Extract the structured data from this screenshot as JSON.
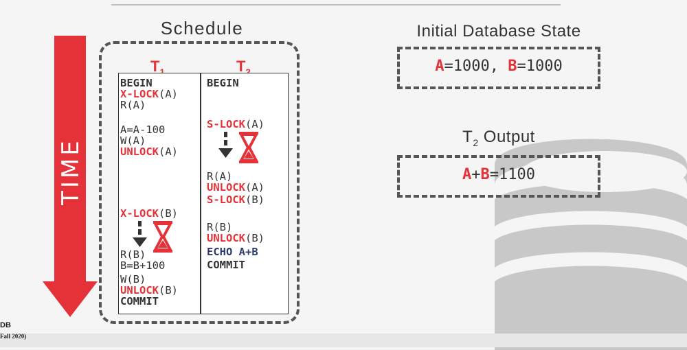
{
  "schedule": {
    "title": "Schedule",
    "t1": {
      "letter": "T",
      "sub": "1"
    },
    "t2": {
      "letter": "T",
      "sub": "2"
    },
    "t1_ops": {
      "begin": "BEGIN",
      "xlock_a": "X-LOCK",
      "xlock_a_arg": "(A)",
      "read_a": "R(A)",
      "calc_a": "A=A-100",
      "write_a": "W(A)",
      "unlock_a": "UNLOCK",
      "unlock_a_arg": "(A)",
      "xlock_b": "X-LOCK",
      "xlock_b_arg": "(B)",
      "read_b": "R(B)",
      "calc_b": "B=B+100",
      "write_b": "W(B)",
      "unlock_b": "UNLOCK",
      "unlock_b_arg": "(B)",
      "commit": "COMMIT"
    },
    "t2_ops": {
      "begin": "BEGIN",
      "slock_a": "S-LOCK",
      "slock_a_arg": "(A)",
      "read_a": "R(A)",
      "unlock_a": "UNLOCK",
      "unlock_a_arg": "(A)",
      "slock_b": "S-LOCK",
      "slock_b_arg": "(B)",
      "read_b": "R(B)",
      "unlock_b": "UNLOCK",
      "unlock_b_arg": "(B)",
      "echo": "ECHO A+B",
      "commit": "COMMIT"
    }
  },
  "time_label": "TIME",
  "initial_state": {
    "title": "Initial Database State",
    "a_var": "A",
    "a_val": "=1000, ",
    "b_var": "B",
    "b_val": "=1000"
  },
  "output": {
    "title_t": "T",
    "title_sub": "2",
    "title_rest": " Output",
    "a_var": "A",
    "plus": "+",
    "b_var": "B",
    "value": "=1100"
  },
  "footer": {
    "line1": "DB",
    "line2": "Fall 2020)"
  },
  "colors": {
    "accent": "#e53238",
    "text": "#333333",
    "navy": "#2f3a6e",
    "watermark": "#c8c8c8"
  }
}
